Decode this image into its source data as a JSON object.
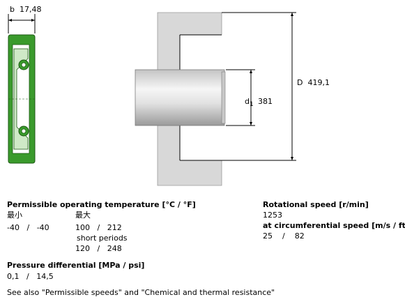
{
  "drawing": {
    "b_symbol": "b",
    "b_value": "17,48",
    "d1_symbol": "d",
    "d1_subscript": "1",
    "d1_value": "381",
    "D_symbol": "D",
    "D_value": "419,1"
  },
  "temperature": {
    "heading": "Permissible operating temperature [°C / °F]",
    "min_label": "最小",
    "max_label": "最大",
    "min_c": "-40",
    "min_sep": "/",
    "min_f": "-40",
    "max_c": "100",
    "max_sep": "/",
    "max_f": "212",
    "short_label": "short periods",
    "short_c": "120",
    "short_sep": "/",
    "short_f": "248"
  },
  "pressure": {
    "heading": "Pressure differential [MPa / psi]",
    "mpa": "0,1",
    "sep": "/",
    "psi": "14,5"
  },
  "rotation": {
    "heading": "Rotational speed [r/min]",
    "value": "1253"
  },
  "circumferential": {
    "heading": "at circumferential speed [m/s / ft/s]",
    "ms": "25",
    "sep": "/",
    "fts": "82"
  },
  "footer": {
    "see_also": "See also \"Permissible speeds\" and \"Chemical and thermal resistance\""
  },
  "colors": {
    "seal_green": "#3a9a2c",
    "seal_dark": "#1d5a14",
    "housing_gray": "#d8d8d8"
  }
}
